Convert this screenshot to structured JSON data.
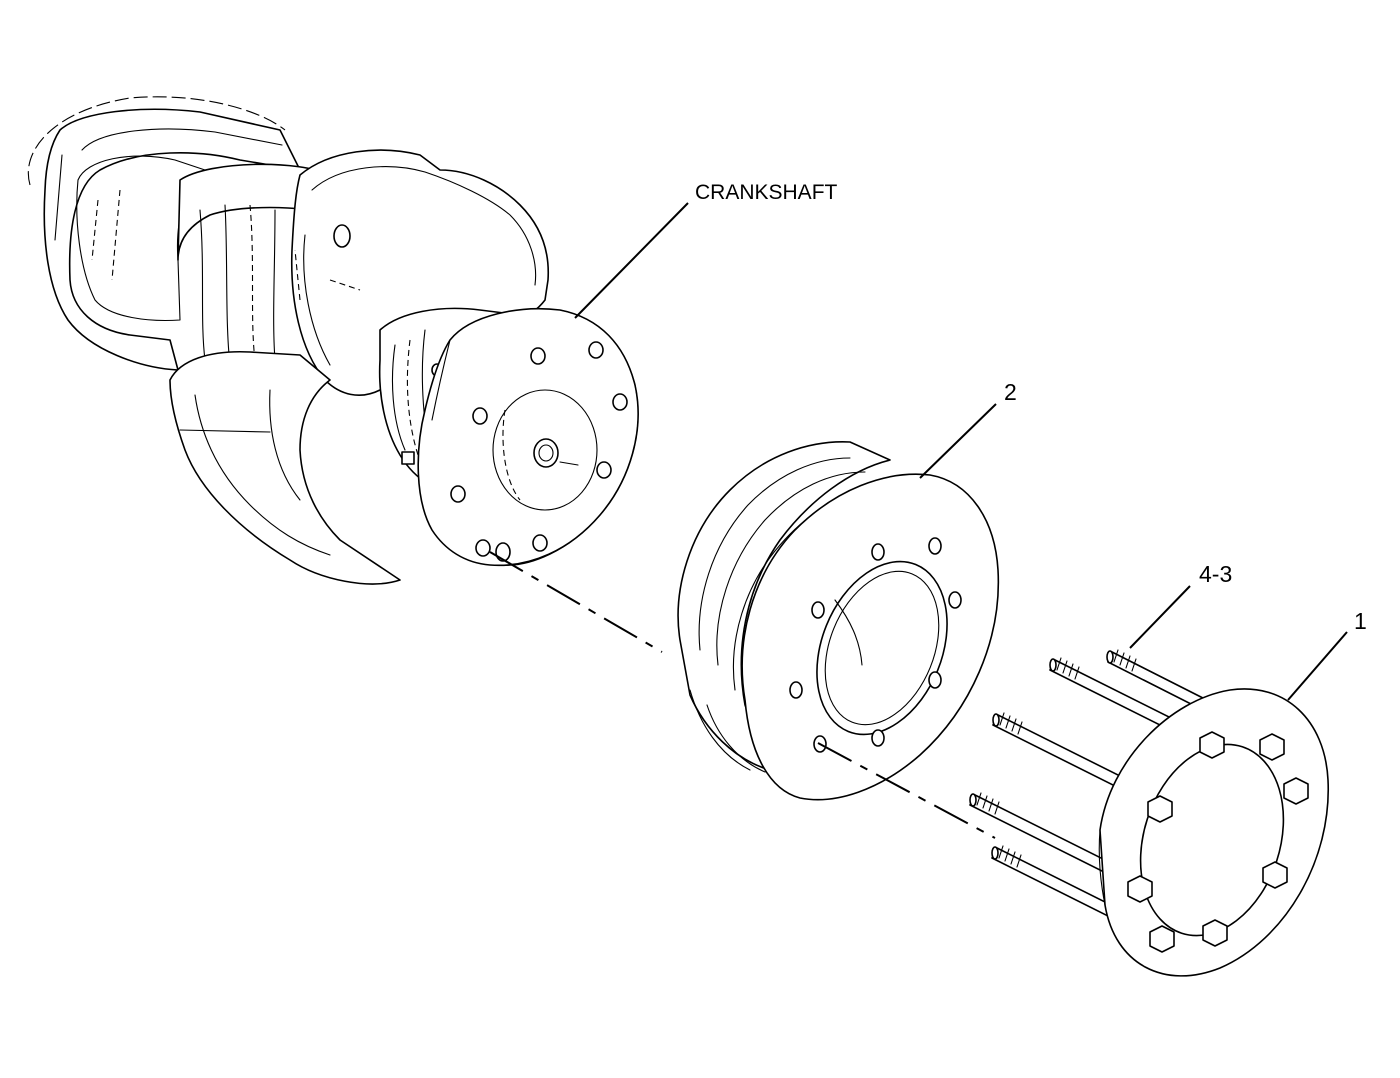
{
  "callouts": {
    "crankshaft": "CRANKSHAFT",
    "pulley": "2",
    "bolt": "4-3",
    "plate": "1"
  }
}
